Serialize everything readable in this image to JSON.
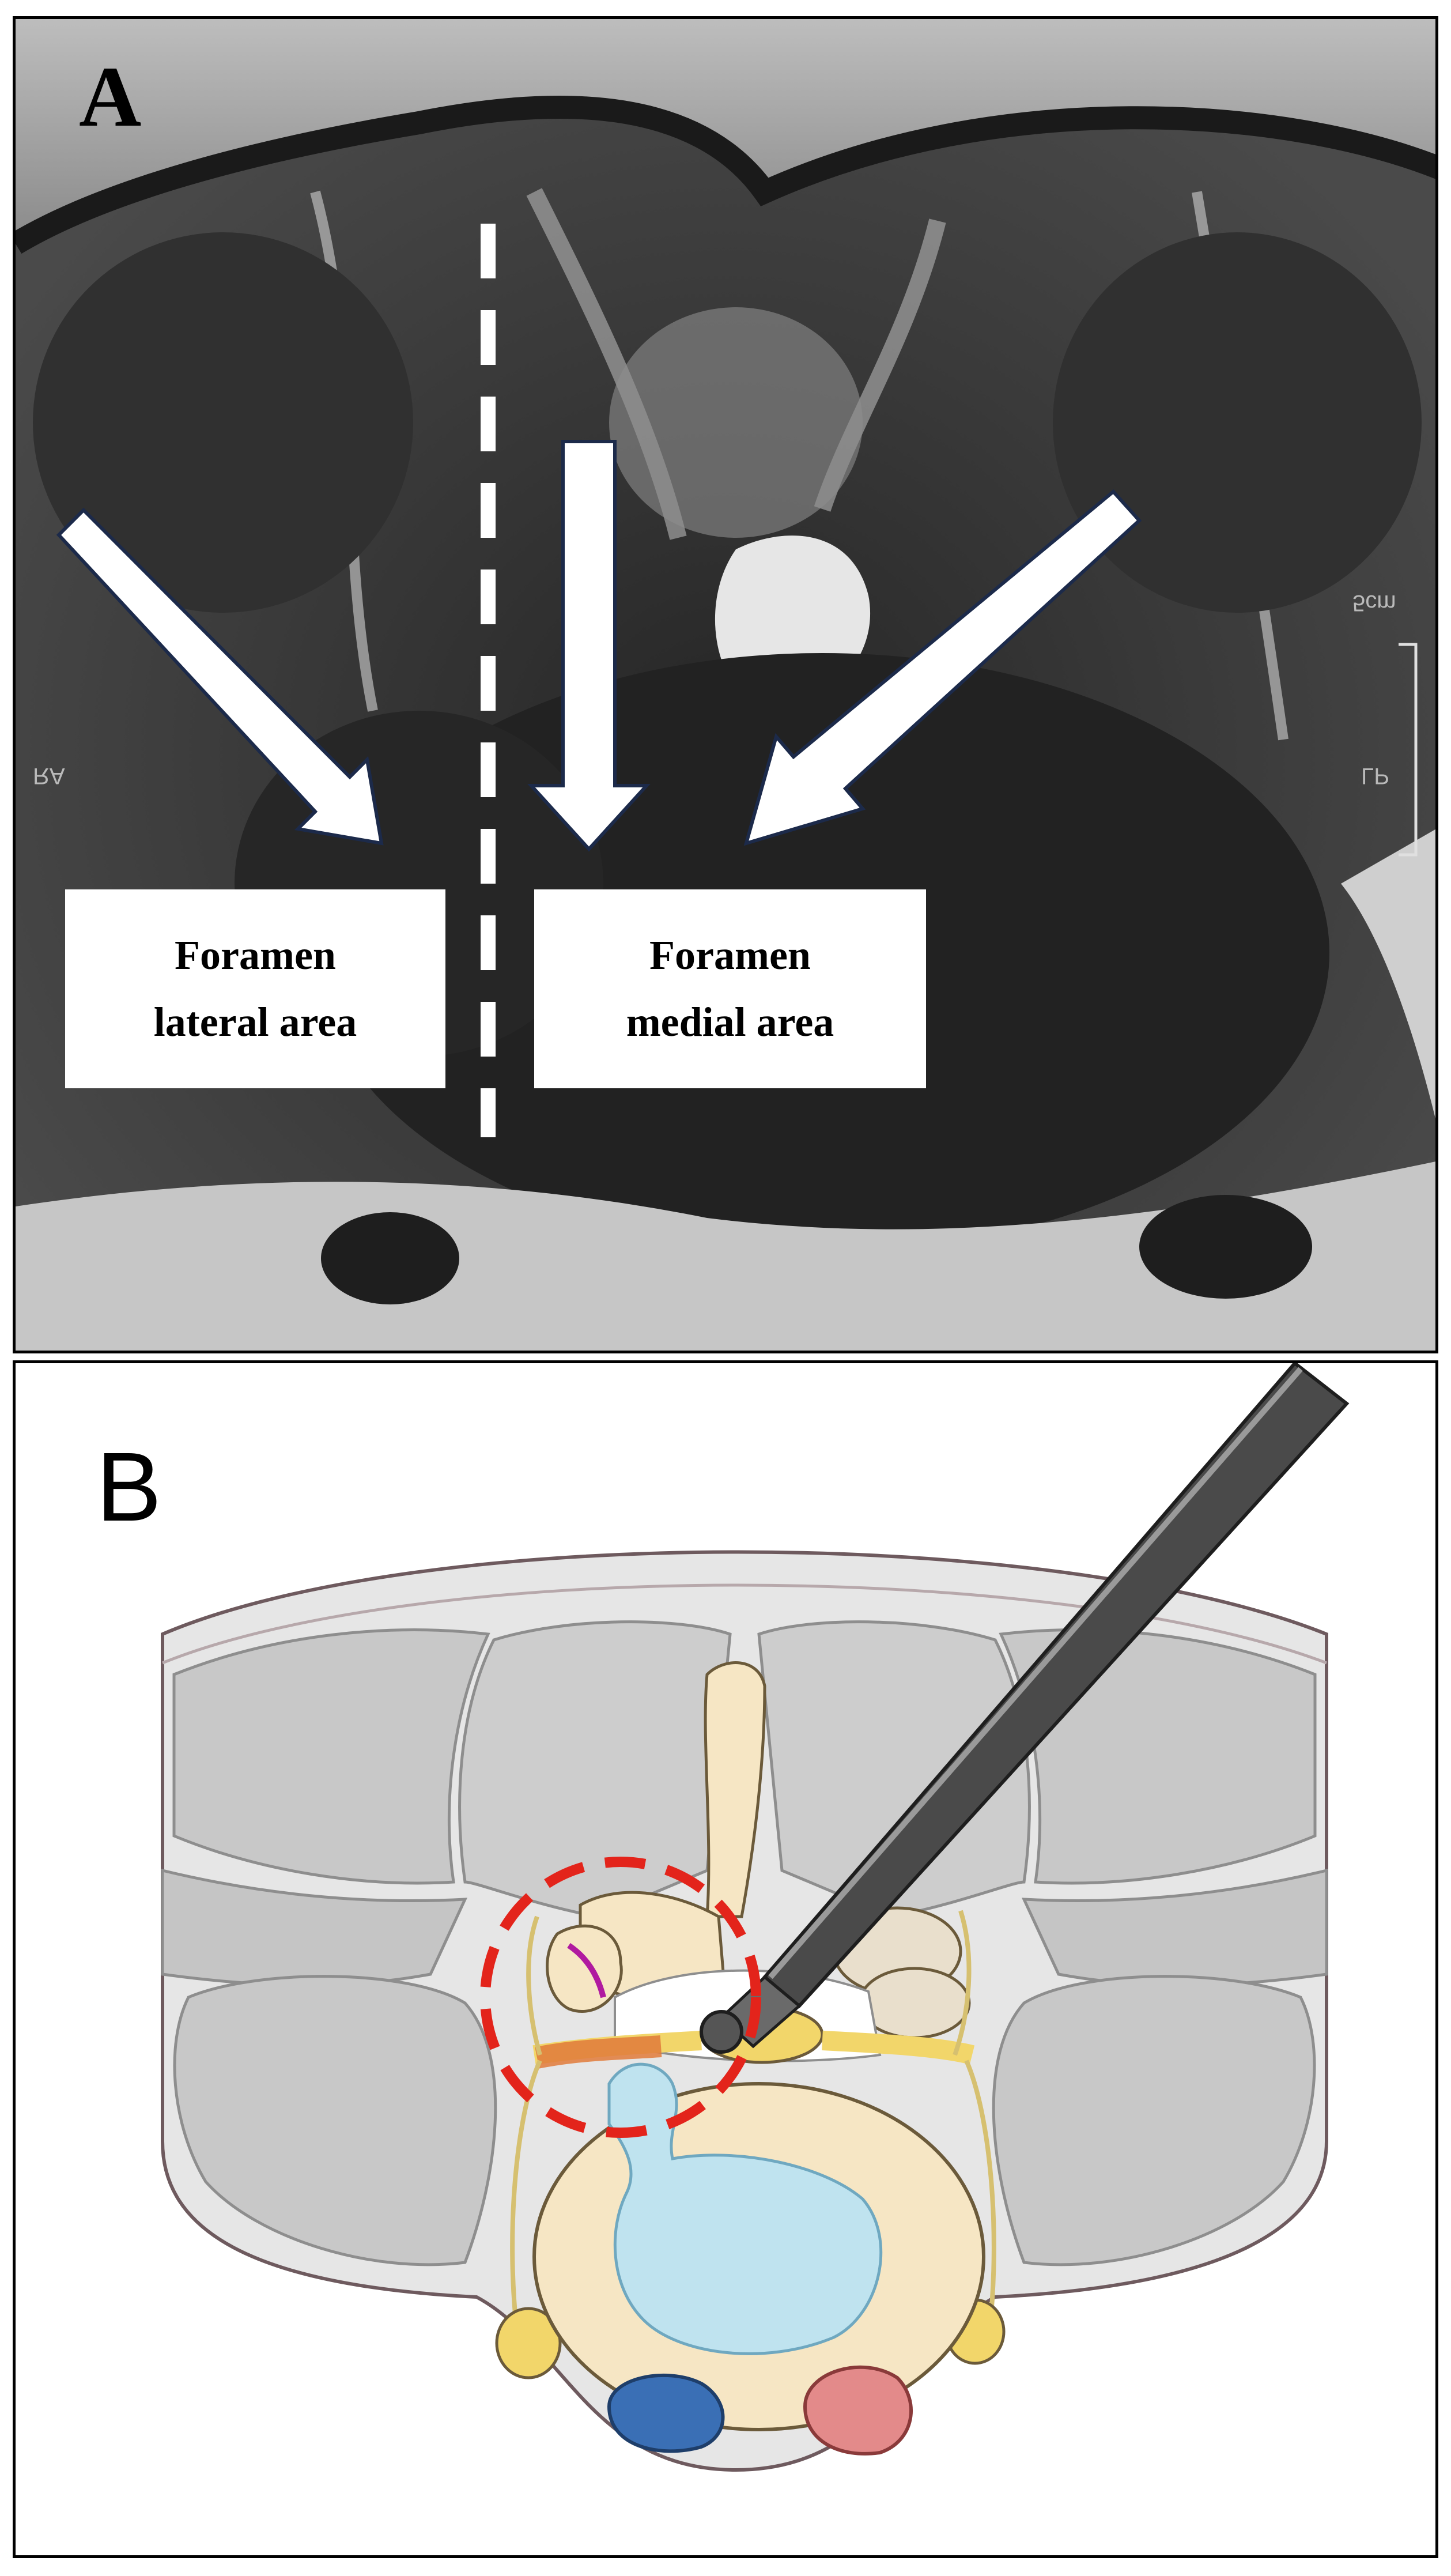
{
  "panel_a": {
    "letter": "A",
    "labels": {
      "lateral_line1": "Foramen",
      "lateral_line2": "lateral area",
      "medial_line1": "Foramen",
      "medial_line2": "medial area"
    },
    "watermarks": {
      "left": "RA",
      "right": "LP",
      "scale": "5cm"
    }
  },
  "panel_b": {
    "letter": "B"
  },
  "colors": {
    "mri_dark": "#2b2b2b",
    "mri_light": "#d9d9d9",
    "arrow_fill": "#ffffff",
    "arrow_outline": "#1c2a4a",
    "muscle": "#c9c9c9",
    "bone": "#f6e6c4",
    "disc": "#bfe3ef",
    "nerve": "#f2d66a",
    "circle_dash": "#e3241b",
    "vein": "#3a6fb5",
    "artery": "#e38a8a"
  }
}
